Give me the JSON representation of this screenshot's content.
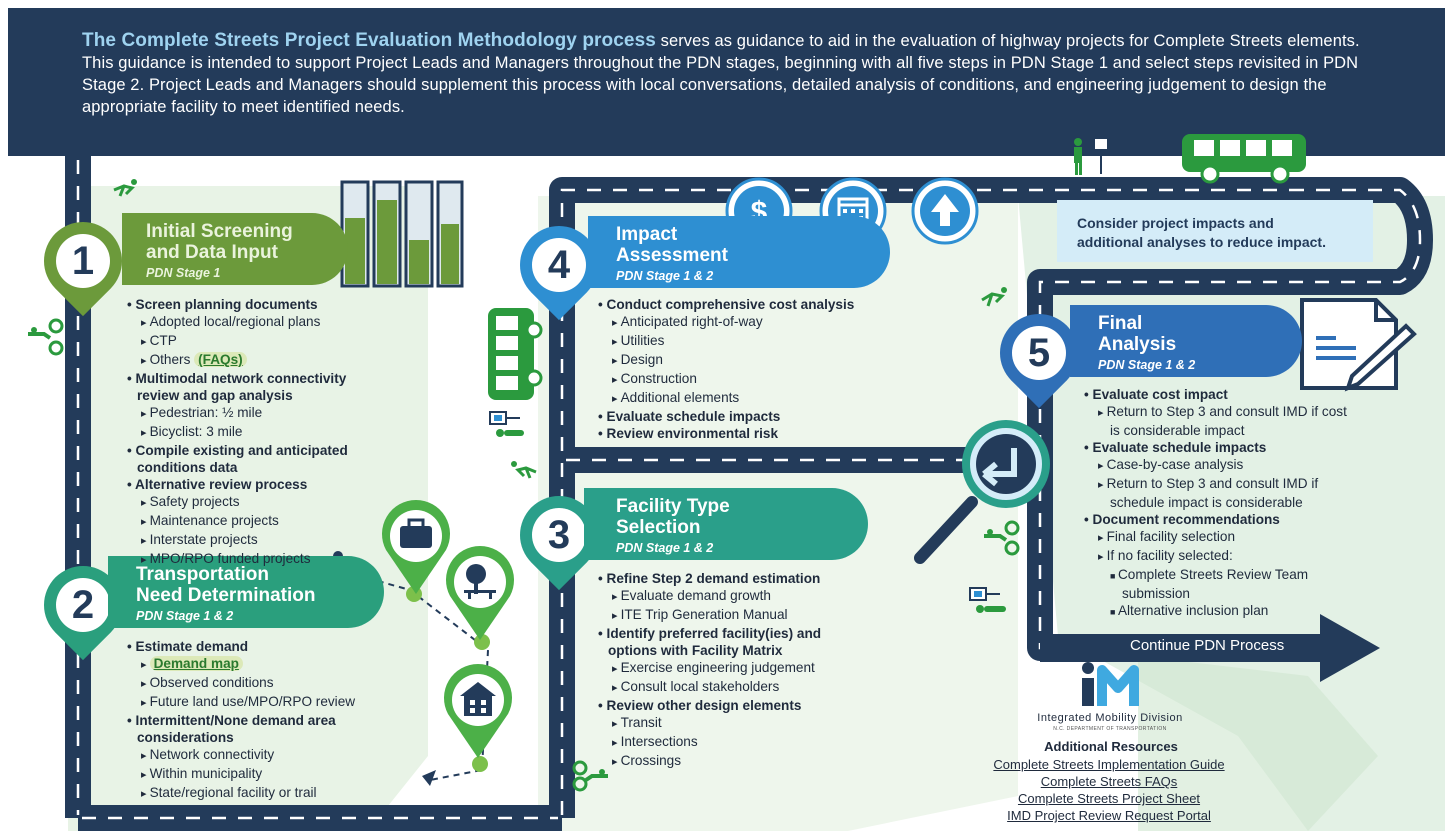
{
  "header": {
    "intro_highlight": "The Complete Streets Project Evaluation Methodology process",
    "intro_rest": " serves as guidance to aid in the evaluation of highway projects for Complete Streets elements. This guidance is intended to support Project Leads and Managers throughout the PDN stages, beginning with all five steps in PDN Stage 1 and select steps revisited in PDN Stage 2. Project Leads and Managers should supplement this process with local conversations, detailed analysis of conditions, and engineering judgement to design the appropriate facility to meet identified needs."
  },
  "colors": {
    "header_bg": "#233b5a",
    "road": "#233b5a",
    "step1": "#6c9a3b",
    "step2": "#2a9f7d",
    "step3": "#2a9f8a",
    "step4": "#2e8fd2",
    "step5": "#2f6fb7",
    "bg_light": "#dff0e4"
  },
  "steps": {
    "s1": {
      "number": "1",
      "title_line1": "Initial Screening",
      "title_line2": "and Data Input",
      "stage": "PDN Stage 1",
      "items": [
        {
          "t": "b",
          "text": "Screen planning documents"
        },
        {
          "t": "sub",
          "text": "Adopted local/regional plans"
        },
        {
          "t": "sub",
          "text": "CTP"
        },
        {
          "t": "sub",
          "text": "Others"
        },
        {
          "t": "b",
          "text": "Multimodal network connectivity"
        },
        {
          "t": "b2",
          "text": "review and gap analysis"
        },
        {
          "t": "sub",
          "text": "Pedestrian: ½ mile"
        },
        {
          "t": "sub",
          "text": "Bicyclist: 3 mile"
        },
        {
          "t": "b",
          "text": "Compile existing and anticipated"
        },
        {
          "t": "b2",
          "text": "conditions data"
        },
        {
          "t": "b",
          "text": "Alternative review process"
        },
        {
          "t": "sub",
          "text": "Safety projects"
        },
        {
          "t": "sub",
          "text": "Maintenance projects"
        },
        {
          "t": "sub",
          "text": "Interstate projects"
        },
        {
          "t": "sub",
          "text": "MPO/RPO funded projects"
        }
      ],
      "faq_link": "(FAQs)"
    },
    "s2": {
      "number": "2",
      "title_line1": "Transportation",
      "title_line2": "Need Determination",
      "stage": "PDN Stage 1 & 2",
      "items": [
        {
          "t": "b",
          "text": "Estimate demand"
        },
        {
          "t": "link",
          "text": "Demand map"
        },
        {
          "t": "sub",
          "text": "Observed conditions"
        },
        {
          "t": "sub",
          "text": "Future land use/MPO/RPO review"
        },
        {
          "t": "b",
          "text": "Intermittent/None demand area"
        },
        {
          "t": "b2",
          "text": "considerations"
        },
        {
          "t": "sub",
          "text": "Network connectivity"
        },
        {
          "t": "sub",
          "text": "Within municipality"
        },
        {
          "t": "sub",
          "text": "State/regional facility or trail"
        }
      ]
    },
    "s3": {
      "number": "3",
      "title_line1": "Facility Type",
      "title_line2": "Selection",
      "stage": "PDN Stage 1 & 2",
      "items": [
        {
          "t": "b",
          "text": "Refine Step 2 demand estimation"
        },
        {
          "t": "sub",
          "text": "Evaluate demand growth"
        },
        {
          "t": "sub",
          "text": "ITE Trip Generation Manual"
        },
        {
          "t": "b",
          "text": "Identify preferred facility(ies) and"
        },
        {
          "t": "b2",
          "text": "options with Facility Matrix"
        },
        {
          "t": "sub",
          "text": "Exercise engineering judgement"
        },
        {
          "t": "sub",
          "text": "Consult local stakeholders"
        },
        {
          "t": "b",
          "text": "Review other design elements"
        },
        {
          "t": "sub",
          "text": "Transit"
        },
        {
          "t": "sub",
          "text": "Intersections"
        },
        {
          "t": "sub",
          "text": "Crossings"
        }
      ]
    },
    "s4": {
      "number": "4",
      "title_line1": "Impact",
      "title_line2": "Assessment",
      "stage": "PDN Stage 1 & 2",
      "items": [
        {
          "t": "b",
          "text": "Conduct comprehensive cost analysis"
        },
        {
          "t": "sub",
          "text": "Anticipated right-of-way"
        },
        {
          "t": "sub",
          "text": "Utilities"
        },
        {
          "t": "sub",
          "text": "Design"
        },
        {
          "t": "sub",
          "text": "Construction"
        },
        {
          "t": "sub",
          "text": "Additional elements"
        },
        {
          "t": "b",
          "text": "Evaluate schedule impacts"
        },
        {
          "t": "b",
          "text": "Review environmental risk"
        }
      ]
    },
    "s5": {
      "number": "5",
      "title_line1": "Final",
      "title_line2": "Analysis",
      "stage": "PDN Stage 1 & 2",
      "items": [
        {
          "t": "b",
          "text": "Evaluate cost impact"
        },
        {
          "t": "sub",
          "text": "Return to Step 3 and consult IMD if cost"
        },
        {
          "t": "cont",
          "text": "is considerable impact"
        },
        {
          "t": "b",
          "text": "Evaluate schedule impacts"
        },
        {
          "t": "sub",
          "text": "Case-by-case analysis"
        },
        {
          "t": "sub",
          "text": "Return to Step 3 and consult IMD if"
        },
        {
          "t": "cont",
          "text": "schedule impact is considerable"
        },
        {
          "t": "b",
          "text": "Document recommendations"
        },
        {
          "t": "sub",
          "text": "Final facility selection"
        },
        {
          "t": "sub",
          "text": "If no facility selected:"
        },
        {
          "t": "sq",
          "text": "Complete Streets Review Team"
        },
        {
          "t": "sqc",
          "text": "submission"
        },
        {
          "t": "sq",
          "text": "Alternative inclusion plan"
        }
      ]
    }
  },
  "callout": {
    "line1": "Consider project impacts and",
    "line2": "additional analyses to reduce impact."
  },
  "continue_label": "Continue PDN Process",
  "resources": {
    "logo_text": "Integrated Mobility Division",
    "logo_sub": "N.C. DEPARTMENT OF TRANSPORTATION",
    "title": "Additional Resources",
    "links": [
      "Complete Streets Implementation Guide",
      "Complete Streets FAQs",
      "Complete Streets Project Sheet",
      "IMD Project Review Request Portal"
    ]
  },
  "icons": {
    "dollar": "$",
    "calendar": "calendar-icon",
    "up_arrow": "up-arrow-icon",
    "briefcase": "briefcase-icon",
    "tree": "park-tree-icon",
    "house": "house-icon",
    "pedestrian": "pedestrian-icon",
    "bus": "bus-icon",
    "cyclist": "bicycle-icon",
    "document": "document-pen-icon",
    "magnifier": "magnifier-icon"
  }
}
